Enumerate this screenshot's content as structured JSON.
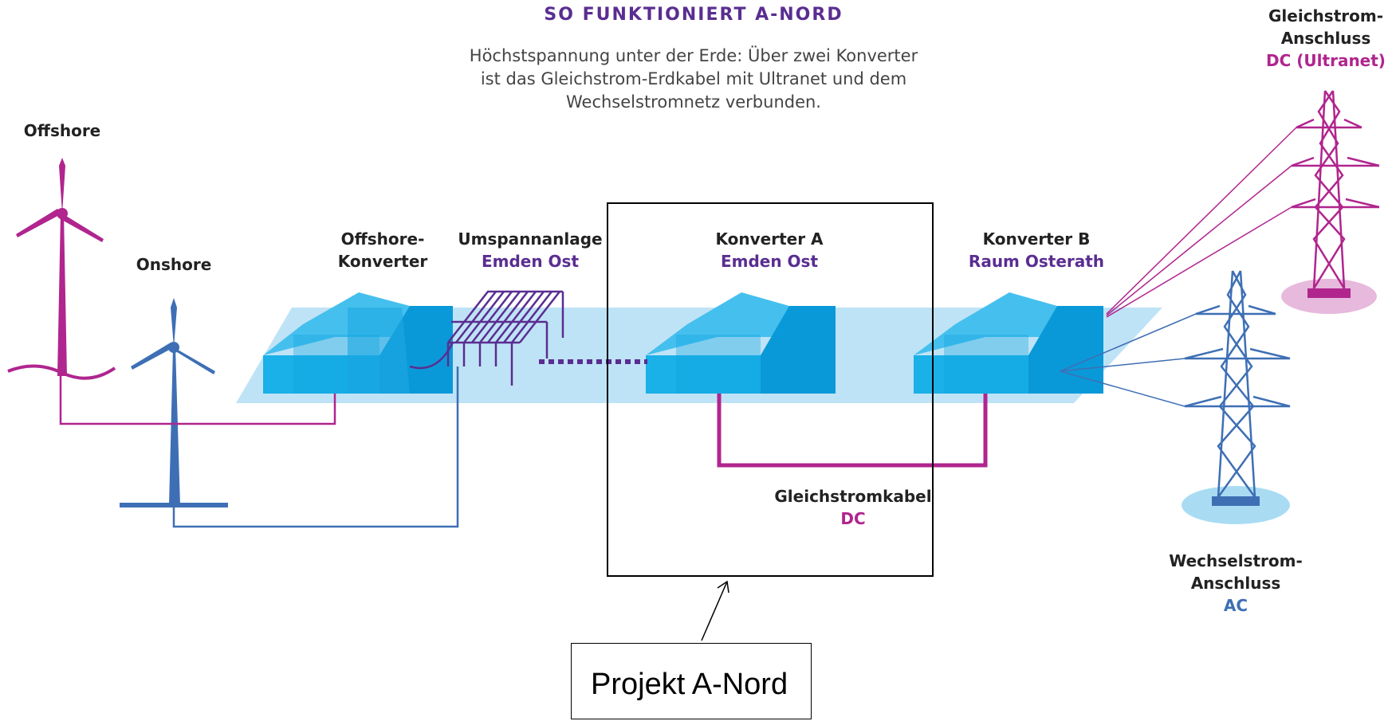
{
  "title": "SO FUNKTIONIERT A-NORD",
  "subtitle": [
    "Höchstspannung unter der Erde: Über zwei Konverter",
    "ist das Gleichstrom-Erdkabel mit Ultranet und dem",
    "Wechselstromnetz verbunden."
  ],
  "labels": {
    "offshore": "Offshore",
    "onshore": "Onshore",
    "offshore_konverter": [
      "Offshore-",
      "Konverter"
    ],
    "umspannanlage": [
      "Umspannanlage",
      "Emden Ost"
    ],
    "konverter_a": [
      "Konverter A",
      "Emden Ost"
    ],
    "konverter_b": [
      "Konverter B",
      "Raum Osterath"
    ],
    "gleichstromkabel": [
      "Gleichstromkabel",
      "DC"
    ],
    "gleichstrom_anschluss": [
      "Gleichstrom-",
      "Anschluss",
      "DC (Ultranet)"
    ],
    "wechselstrom_anschluss": [
      "Wechselstrom-",
      "Anschluss",
      "AC"
    ]
  },
  "projekt": "Projekt A-Nord",
  "colors": {
    "purple": "#5a2d91",
    "magenta": "#b0258e",
    "blue": "#3e6fb5",
    "cyan": "#1aa7e0",
    "ground": "#bfe3f6"
  }
}
